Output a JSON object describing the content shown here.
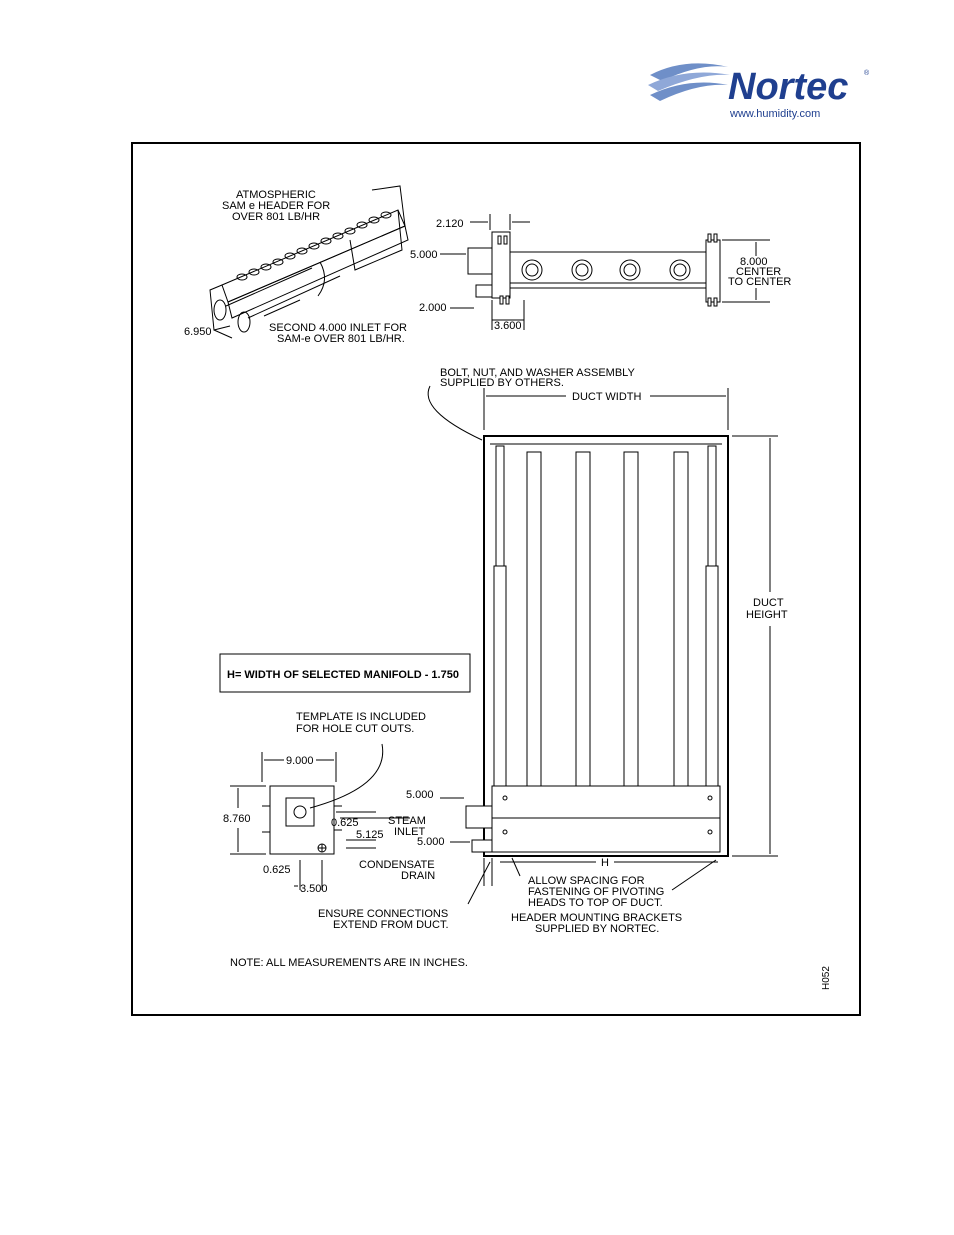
{
  "brand": {
    "name": "Nortec",
    "url": "www.humidity.com",
    "registered": "®",
    "color": "#1f3f8f",
    "wave_color": "#6f8fc8"
  },
  "notes": {
    "atmospheric": [
      "ATMOSPHERIC",
      "SAM e HEADER FOR",
      "OVER 801 LB/HR"
    ],
    "second_inlet": [
      "SECOND 4.000 INLET FOR",
      "SAM-e OVER 801 LB/HR."
    ],
    "bolt": [
      "BOLT, NUT, AND WASHER ASSEMBLY",
      "SUPPLIED BY OTHERS."
    ],
    "duct_width": "DUCT WIDTH",
    "duct_height": [
      "DUCT",
      "HEIGHT"
    ],
    "h_formula": "H= WIDTH OF SELECTED MANIFOLD - 1.750",
    "template": [
      "TEMPLATE IS INCLUDED",
      "FOR HOLE CUT OUTS."
    ],
    "steam_inlet": [
      "STEAM",
      "INLET"
    ],
    "condensate": [
      "CONDENSATE",
      "DRAIN"
    ],
    "ensure": [
      "ENSURE CONNECTIONS",
      "EXTEND FROM DUCT."
    ],
    "allow": [
      "ALLOW SPACING FOR",
      "FASTENING  OF PIVOTING",
      "HEADS TO TOP OF DUCT."
    ],
    "brackets": [
      "HEADER MOUNTING BRACKETS",
      "SUPPLIED BY NORTEC."
    ],
    "center": [
      "8.000",
      "CENTER",
      "TO CENTER"
    ],
    "h_label": "H",
    "measurements": "NOTE: ALL MEASUREMENTS ARE IN INCHES.",
    "drawing_id": "H052"
  },
  "dims": {
    "d2120": "2.120",
    "d5000_top": "5.000",
    "d2000": "2.000",
    "d3600": "3.600",
    "d6950": "6.950",
    "d9000": "9.000",
    "d8760": "8.760",
    "d0625a": "0.625",
    "d5125": "5.125",
    "d0625b": "0.625",
    "d3500": "3.500",
    "d5000_a": "5.000",
    "d5000_b": "5.000"
  }
}
